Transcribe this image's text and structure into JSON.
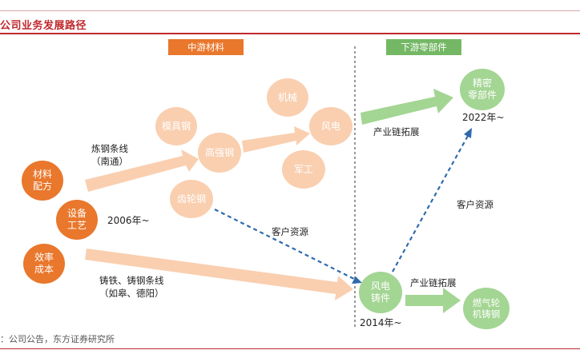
{
  "title": "公司业务发展路径",
  "source": "：公司公告，东方证券研究所",
  "colors": {
    "orange": "#e9772c",
    "peach": "#f9cfb0",
    "green": "#a3d593",
    "green_dark": "#74b865",
    "blue": "#2e6aad",
    "red": "#c0282d"
  },
  "sections": {
    "midstream": "中游材料",
    "downstream": "下游零部件"
  },
  "nodes": {
    "material": "材料\n配方",
    "equipment": "设备\n工艺",
    "efficiency": "效率\n成本",
    "mold_steel": "模具钢",
    "high_strength": "高强钢",
    "gear_steel": "齿轮钢",
    "machinery": "机械",
    "wind_power": "风电",
    "military": "军工",
    "precision_parts": "精密\n零部件",
    "wind_casting": "风电\n铸件",
    "gas_turbine": "燃气轮\n机铸钢"
  },
  "labels": {
    "steelmaking_line": "炼钢条线\n（南通）",
    "casting_line": "铸铁、铸钢条线\n（如皋、德阳）",
    "chain_ext_top": "产业链拓展",
    "chain_ext_bottom": "产业链拓展",
    "customer_res_mid": "客户资源",
    "customer_res_right": "客户资源"
  },
  "years": {
    "y2006": "2006年~",
    "y2014": "2014年~",
    "y2022": "2022年~"
  }
}
